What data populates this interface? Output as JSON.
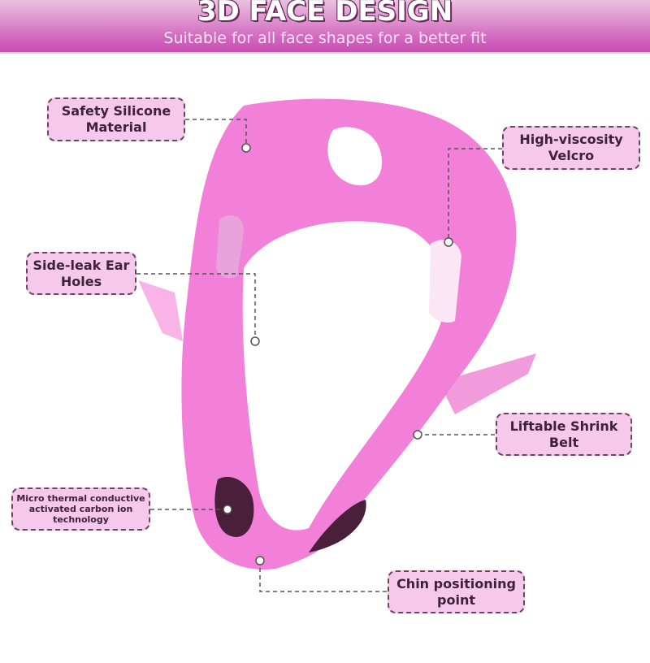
{
  "header": {
    "title": "3D FACE DESIGN",
    "subtitle": "Suitable for all face shapes for a better fit"
  },
  "labels": {
    "silicone": "Safety Silicone Material",
    "velcro": "High-viscosity Velcro",
    "ear_holes": "Side-leak Ear Holes",
    "shrink_belt": "Liftable Shrink Belt",
    "carbon": "Micro thermal conductive activated carbon ion technology",
    "chin": "Chin positioning point"
  },
  "colors": {
    "mask": "#f27fd8",
    "accent": "#c94cb4"
  }
}
